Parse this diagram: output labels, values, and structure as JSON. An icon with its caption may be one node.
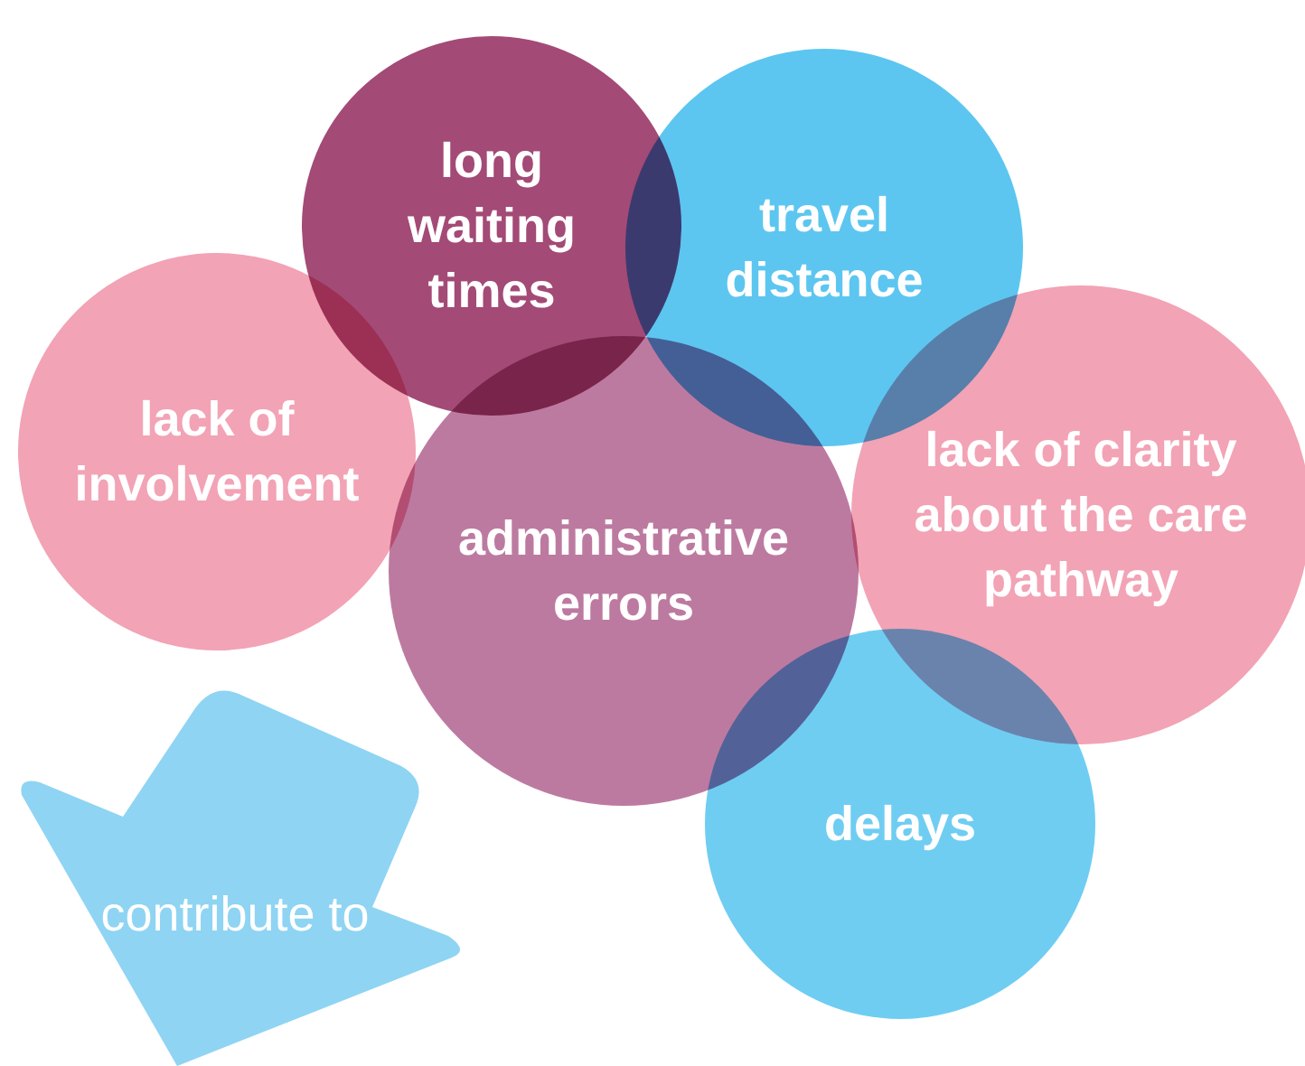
{
  "diagram": {
    "nodes": [
      {
        "text": [
          "long waiting times"
        ]
      },
      {
        "text": [
          "travel distance"
        ]
      },
      {
        "text": [
          "lack of involvement"
        ]
      },
      {
        "text": [
          "administrative errors"
        ]
      },
      {
        "text": [
          "lack of clarity about the care pathway"
        ]
      },
      {
        "text": [
          "delays"
        ]
      },
      {
        "text": [
          "contribute to"
        ]
      }
    ]
  }
}
